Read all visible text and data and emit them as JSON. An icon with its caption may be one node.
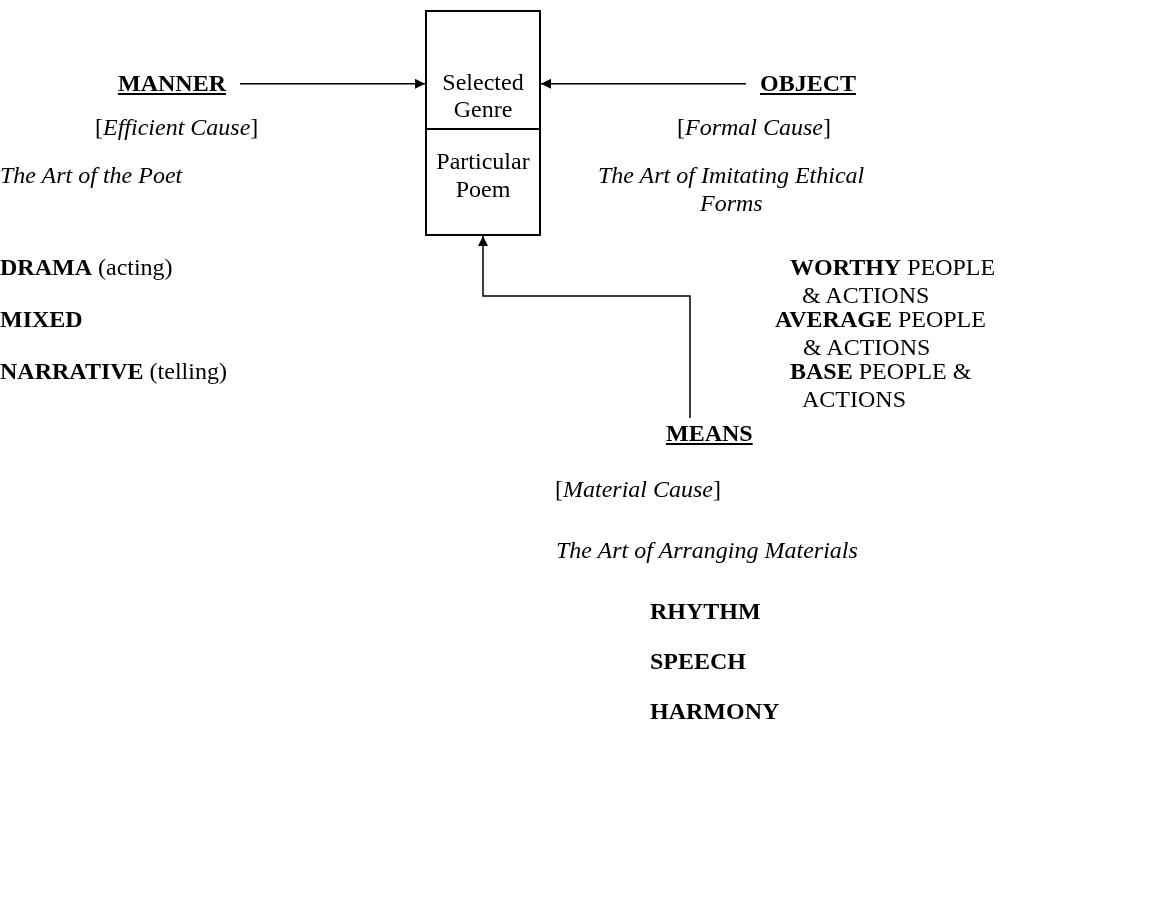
{
  "diagram": {
    "nodes": [
      {
        "text": [],
        "shape": "box"
      },
      {
        "text": [
          "Selected Genre"
        ],
        "in": 0
      },
      {
        "text": [
          "Particular Poem"
        ],
        "in": 0
      },
      {
        "text": [
          "MANNER"
        ]
      },
      {
        "text": [
          "OBJECT"
        ]
      },
      {
        "text": [
          "MEANS"
        ]
      }
    ],
    "edges": [
      {
        "from": 3,
        "to": 0,
        "arrow": "to"
      },
      {
        "from": 4,
        "to": 0,
        "arrow": "to"
      },
      {
        "from": 5,
        "to": 0,
        "arrow": "to"
      }
    ],
    "labels": [
      "[*Efficient Cause*]",
      "[*Formal Cause*]",
      "The Art of the Poet",
      "The Art of Imitating Ethical Forms",
      "**DRAMA** (acting)",
      "**WORTHY** PEOPLE & ACTIONS",
      "MIXED",
      "**AVERAGE** PEOPLE & ACTIONS",
      "**NARRATIVE** (telling)",
      "**BASE** PEOPLE & ACTIONS",
      "[*Material Cause*]",
      "The Art of Arranging Materials",
      "RHYTHM",
      "SPEECH",
      "HARMONY"
    ]
  }
}
